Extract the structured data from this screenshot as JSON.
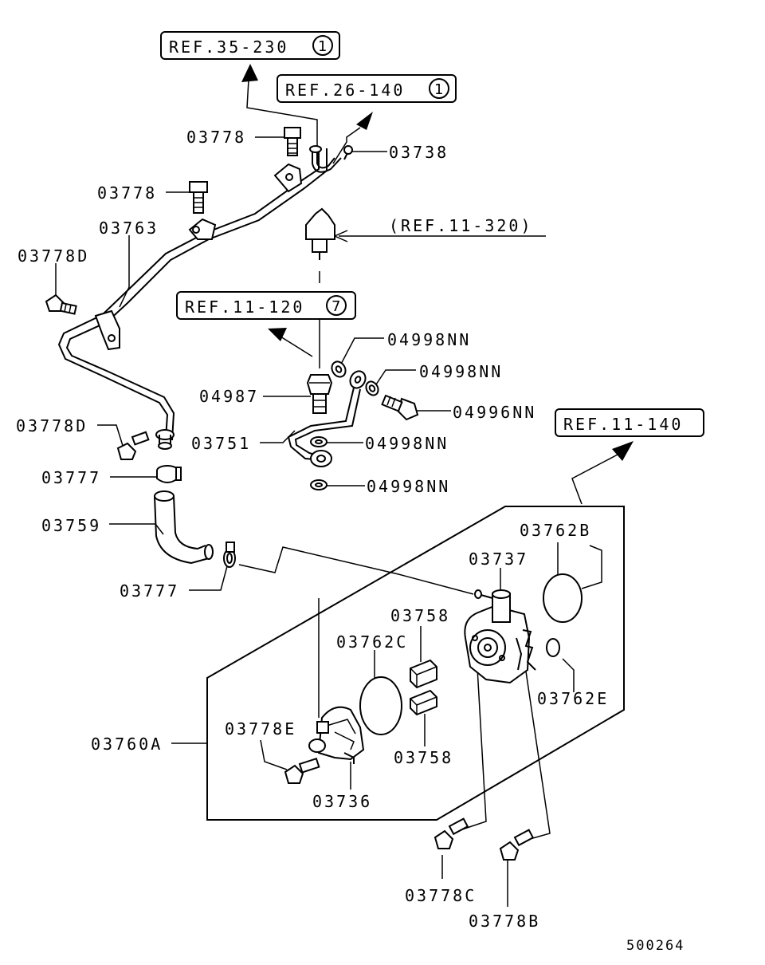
{
  "diagram_id": "500264",
  "refs": {
    "r35_230": {
      "text": "REF.35-230",
      "circle": "1"
    },
    "r26_140": {
      "text": "REF.26-140",
      "circle": "1"
    },
    "r11_320": {
      "text": "(REF.11-320)"
    },
    "r11_120": {
      "text": "REF.11-120",
      "circle": "7"
    },
    "r11_140": {
      "text": "REF.11-140"
    }
  },
  "labels": {
    "p03778_top": "03778",
    "p03738": "03738",
    "p03778_mid": "03778",
    "p03763": "03763",
    "p03778D_top": "03778D",
    "p04998NN_a": "04998NN",
    "p04998NN_b": "04998NN",
    "p04987": "04987",
    "p04996NN": "04996NN",
    "p03778D_bot": "03778D",
    "p03751": "03751",
    "p04998NN_c": "04998NN",
    "p03777_top": "03777",
    "p04998NN_d": "04998NN",
    "p03759": "03759",
    "p03762B": "03762B",
    "p03737": "03737",
    "p03777_bot": "03777",
    "p03758_top": "03758",
    "p03762C": "03762C",
    "p03762E": "03762E",
    "p03778E": "03778E",
    "p03760A": "03760A",
    "p03758_bot": "03758",
    "p03736": "03736",
    "p03778C": "03778C",
    "p03778B": "03778B"
  }
}
